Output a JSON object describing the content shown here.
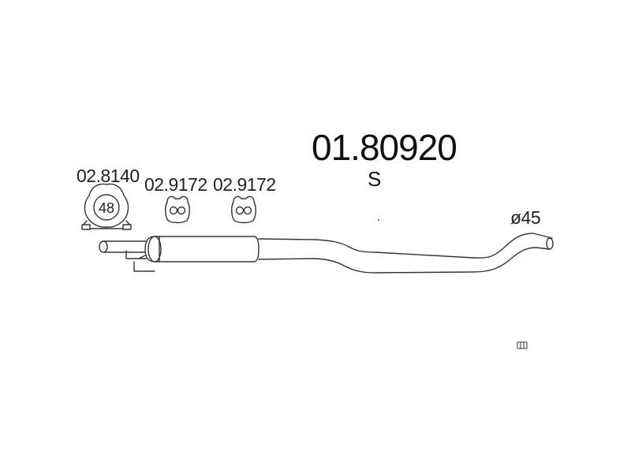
{
  "title": {
    "part_number": "01.80920",
    "variant": "S"
  },
  "labels": {
    "clamp": "02.8140",
    "hanger_1": "02.9172",
    "hanger_2": "02.9172",
    "clamp_size": "48",
    "diameter": "ø45"
  },
  "icons": {
    "clamp": "pipe-clamp-icon",
    "hanger": "rubber-hanger-icon",
    "corner_mark": "grid-icon"
  },
  "colors": {
    "line": "#333333",
    "fill": "#ffffff",
    "text": "#111111"
  }
}
